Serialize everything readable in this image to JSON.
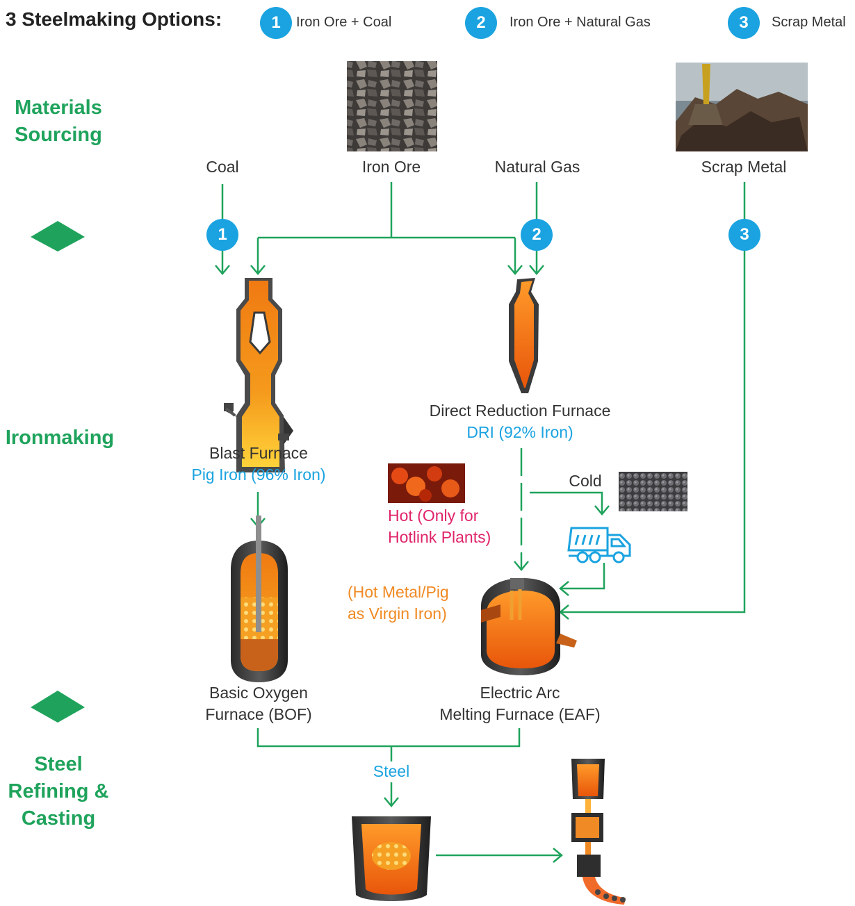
{
  "header": {
    "title": "3 Steelmaking Options:",
    "options": [
      {
        "number": "1",
        "label": "Iron Ore + Coal"
      },
      {
        "number": "2",
        "label": "Iron Ore + Natural Gas"
      },
      {
        "number": "3",
        "label": "Scrap Metal"
      }
    ]
  },
  "stages": {
    "materials": [
      "Materials",
      "Sourcing"
    ],
    "ironmaking": "Ironmaking",
    "refining": [
      "Steel",
      "Refining &",
      "Casting"
    ]
  },
  "materials": {
    "coal": "Coal",
    "iron_ore": "Iron Ore",
    "natural_gas": "Natural Gas",
    "scrap_metal": "Scrap Metal"
  },
  "path_numbers": {
    "one": "1",
    "two": "2",
    "three": "3"
  },
  "furnaces": {
    "blast": {
      "name": "Blast Furnace",
      "output": "Pig Iron (96% Iron)"
    },
    "dri": {
      "name": "Direct Reduction Furnace",
      "output": "DRI (92% Iron)"
    },
    "bof": {
      "line1": "Basic Oxygen",
      "line2": "Furnace (BOF)"
    },
    "eaf": {
      "line1": "Electric Arc",
      "line2": "Melting Furnace (EAF)"
    }
  },
  "annotations": {
    "cold": "Cold",
    "hot_line1": "Hot (Only for",
    "hot_line2": "Hotlink Plants)",
    "virgin_line1": "(Hot Metal/Pig",
    "virgin_line2": "as Virgin Iron)",
    "steel": "Steel"
  },
  "colors": {
    "green": "#1fa35c",
    "blue": "#1aa3e0",
    "pink": "#e0246a",
    "orange": "#f08a24"
  },
  "icons": [
    "chevron-down-icon",
    "dump-truck-icon",
    "iron-ore-photo",
    "scrap-metal-photo",
    "hot-dri-photo",
    "dri-pellets-photo"
  ]
}
